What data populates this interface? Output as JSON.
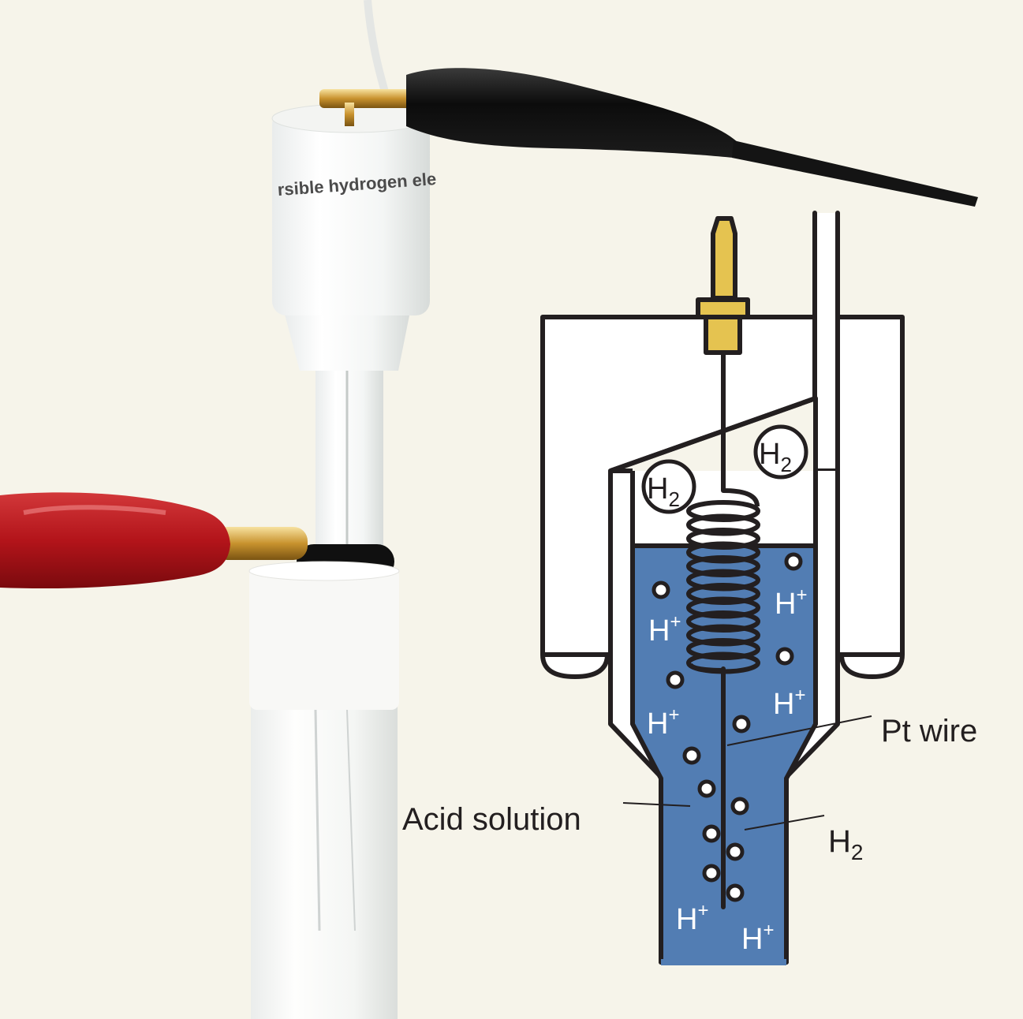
{
  "photo": {
    "electrode_label_text": "rsible hydrogen ele"
  },
  "diagram": {
    "labels": {
      "pt_wire": "Pt wire",
      "acid_solution": "Acid solution",
      "h2_main": "H",
      "h2_sub": "2"
    },
    "gas_bubble_labels": [
      {
        "main": "H",
        "sub": "2"
      },
      {
        "main": "H",
        "sub": "2"
      }
    ],
    "ion_labels": [
      {
        "main": "H",
        "sup": "+"
      },
      {
        "main": "H",
        "sup": "+"
      },
      {
        "main": "H",
        "sup": "+"
      },
      {
        "main": "H",
        "sup": "+"
      },
      {
        "main": "H",
        "sup": "+"
      },
      {
        "main": "H",
        "sup": "+"
      }
    ],
    "colors": {
      "background": "#f6f4ea",
      "acid": "#527db3",
      "pin": "#e5c350",
      "outline": "#231f20"
    }
  }
}
